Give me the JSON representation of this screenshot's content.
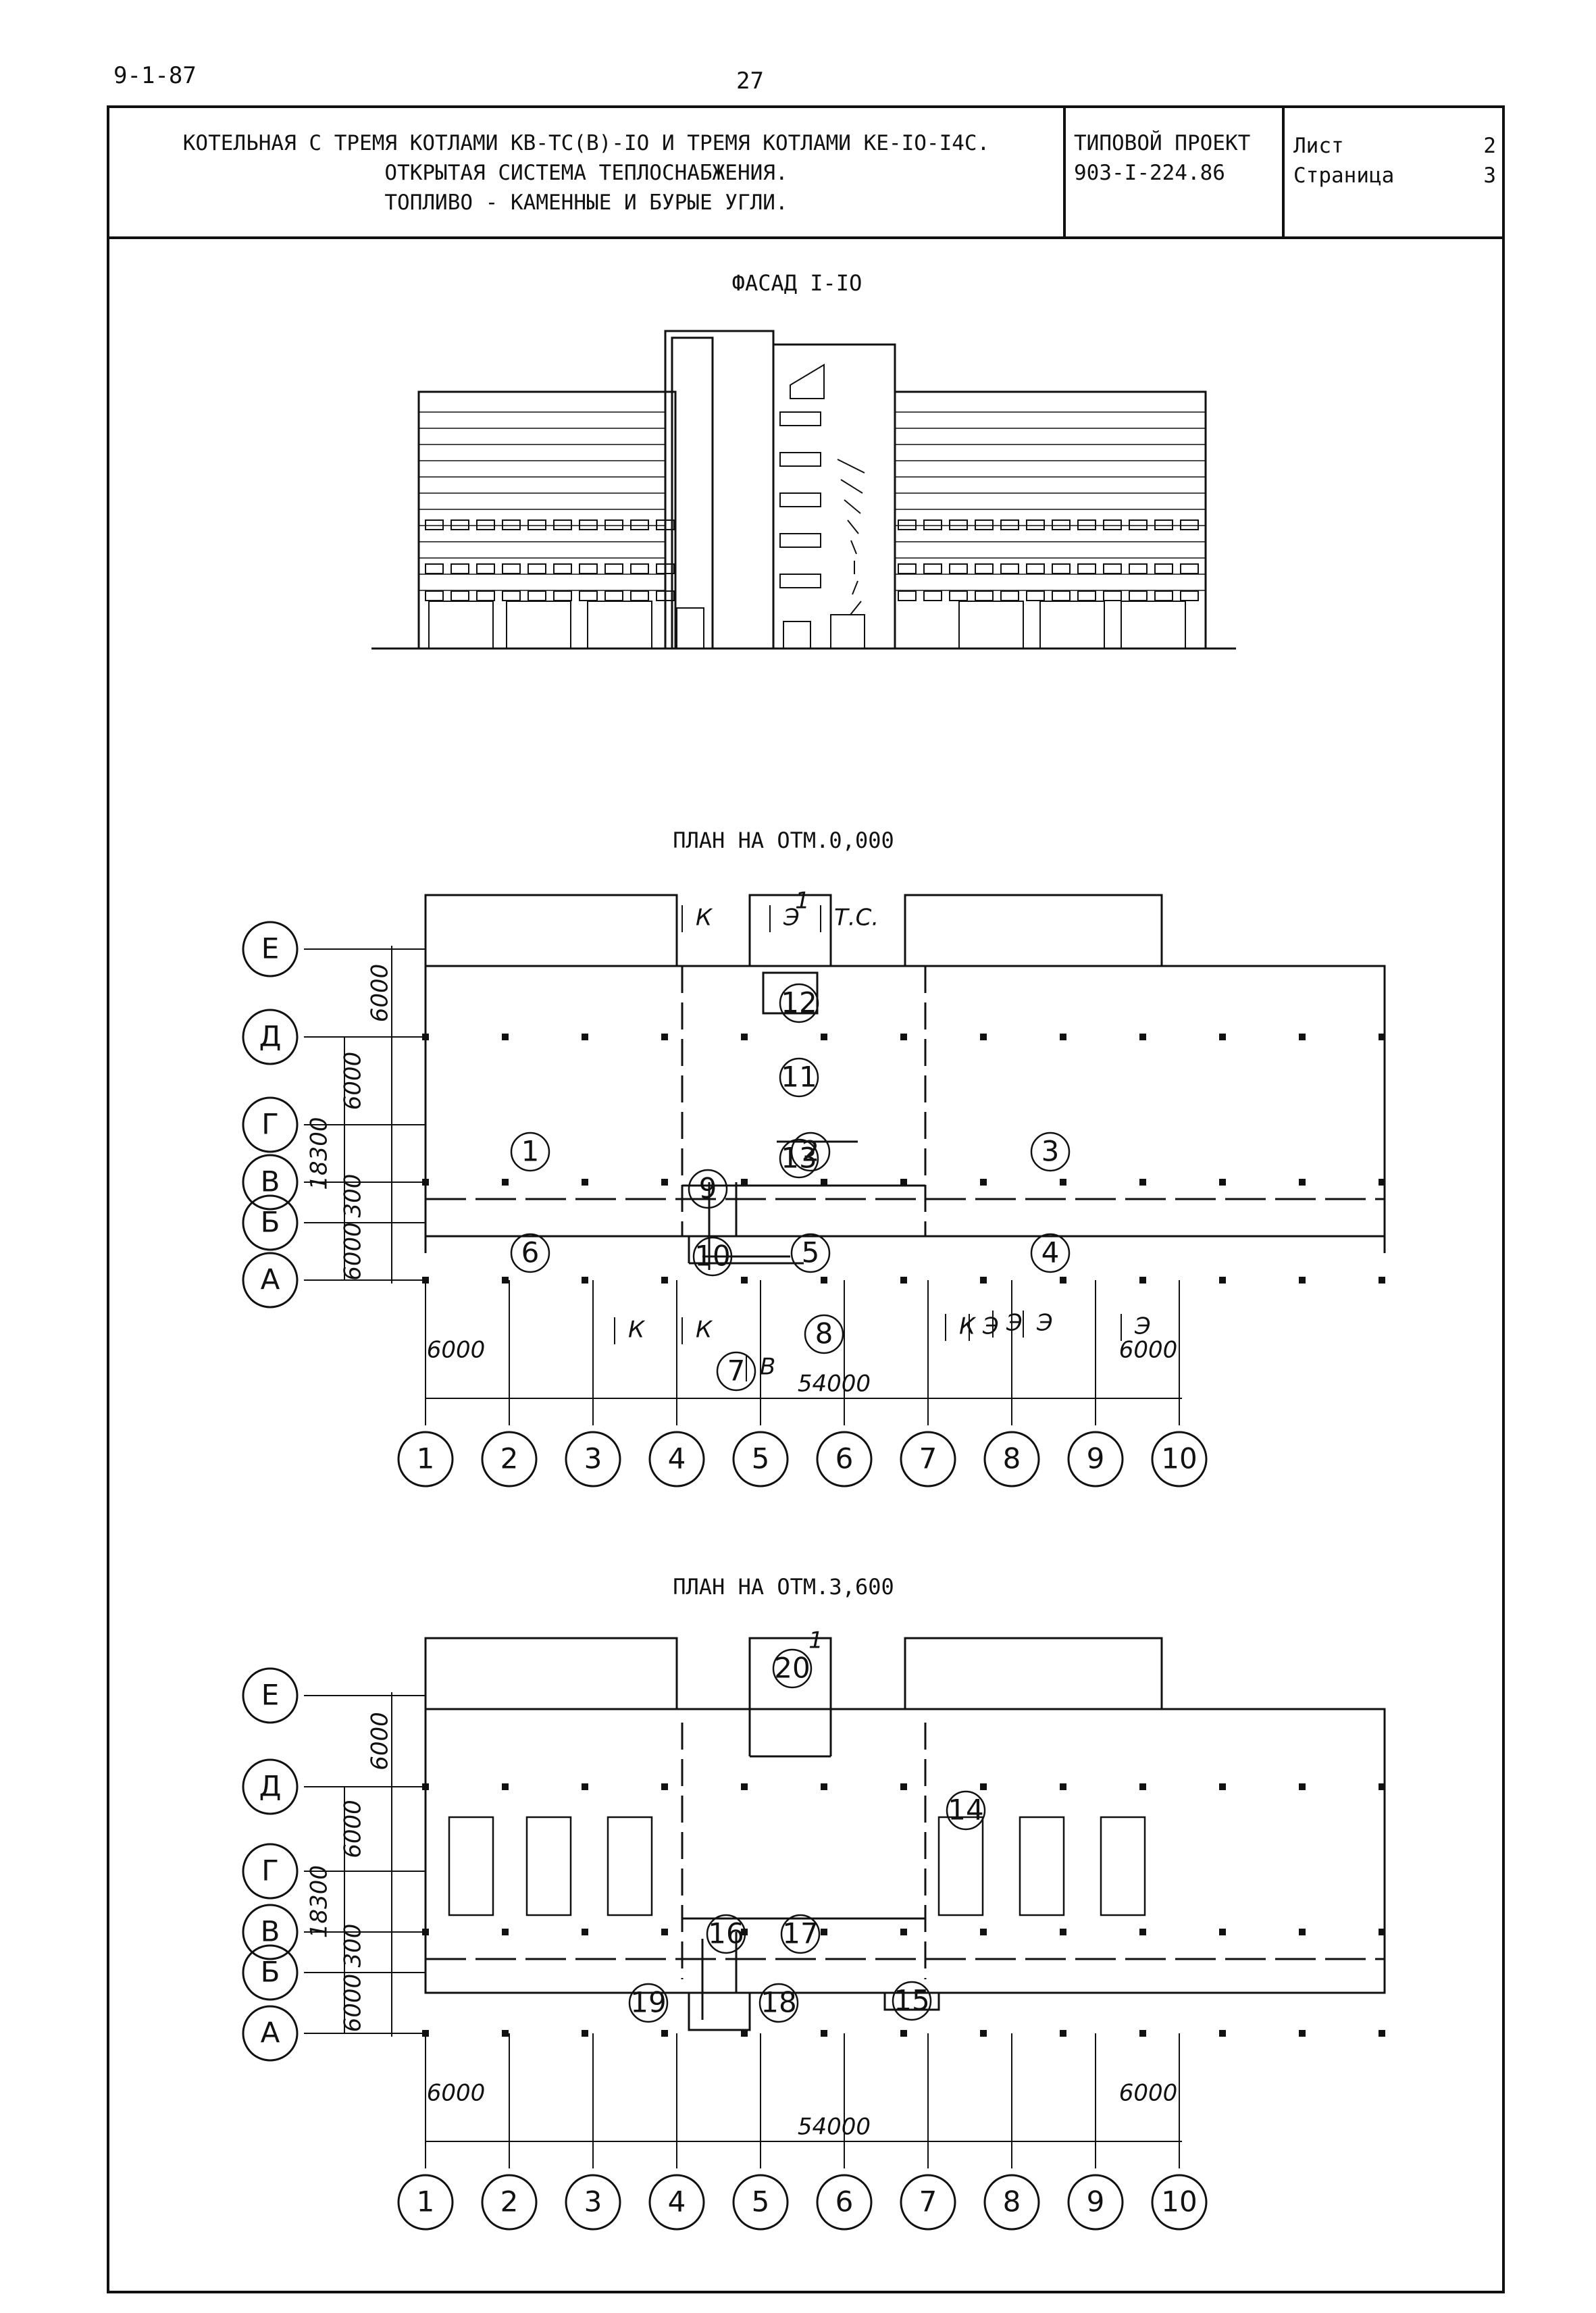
{
  "corner_code": "9-1-87",
  "page_number": "27",
  "title_block": {
    "lines": [
      "КОТЕЛЬНАЯ С ТРЕМЯ КОТЛАМИ КВ-ТС(В)-IO И ТРЕМЯ КОТЛАМИ КЕ-IO-I4С.",
      "ОТКРЫТАЯ СИСТЕМА ТЕПЛОСНАБЖЕНИЯ.",
      "ТОПЛИВО - КАМЕННЫЕ И БУРЫЕ УГЛИ."
    ],
    "project_label": "ТИПОВОЙ ПРОЕКТ",
    "project_number": "903-I-224.86",
    "sheet_label": "Лист",
    "sheet_value": "2",
    "page_label": "Страница",
    "page_value": "3"
  },
  "facade": {
    "title": "ФАСАД I-IO"
  },
  "plan1": {
    "title": "ПЛАН НА ОТМ.0,000",
    "rooms": [
      "1",
      "2",
      "3",
      "4",
      "5",
      "6",
      "7",
      "8",
      "9",
      "10",
      "11",
      "12",
      "13"
    ],
    "marks": [
      "К",
      "К",
      "К",
      "К",
      "Э",
      "Э",
      "Э",
      "Э",
      "Э",
      "В",
      "Т.С."
    ],
    "dims": [
      "6000",
      "6000",
      "6000",
      "300",
      "6000",
      "6000",
      "6000",
      "54000",
      "18300"
    ],
    "section": "1"
  },
  "plan2": {
    "title": "ПЛАН НА ОТМ.3,600",
    "rooms": [
      "14",
      "15",
      "16",
      "17",
      "18",
      "19",
      "20"
    ],
    "dims": [
      "6000",
      "6000",
      "6000",
      "300",
      "6000",
      "6000",
      "6000",
      "54000",
      "18300"
    ],
    "section": "1"
  },
  "row_axes": [
    "Е",
    "Д",
    "Г",
    "В",
    "Б",
    "А"
  ],
  "col_axes": [
    "1",
    "2",
    "3",
    "4",
    "5",
    "6",
    "7",
    "8",
    "9",
    "10"
  ],
  "colors": {
    "ink": "#111111",
    "paper": "#ffffff"
  }
}
